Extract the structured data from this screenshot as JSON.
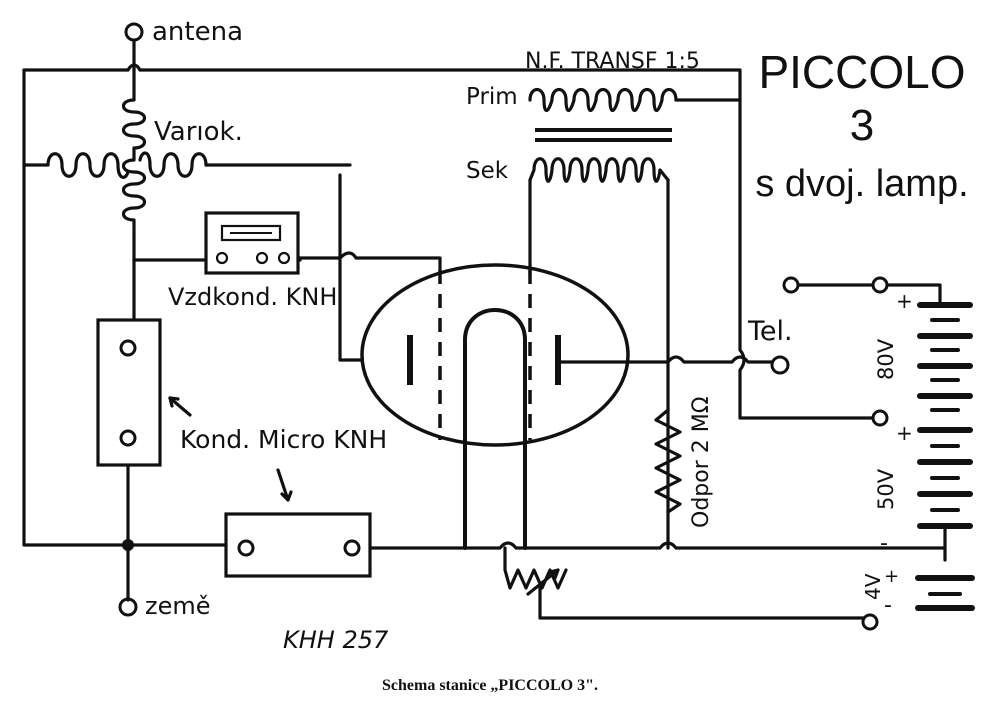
{
  "title": {
    "line1": "PICCOLO",
    "line2": "3",
    "line3": "s dvoj. lamp."
  },
  "labels": {
    "antenna": "antena",
    "ground": "země",
    "variometer": "Varıok.",
    "transformer": "N.F. TRANSF 1:5",
    "primary": "Prim",
    "secondary": "Sek",
    "air_capacitor": "Vzdkond. KNH",
    "micro_capacitor": "Kond. Micro KNH",
    "phones": "Tel.",
    "resistor": "Odpor 2 MΩ",
    "battery_80v": "80V",
    "battery_50v": "50V",
    "battery_4v": "4V",
    "plus": "+",
    "minus": "-",
    "code": "KHH 257"
  },
  "caption": "Schema stanice „PICCOLO 3\"."
}
